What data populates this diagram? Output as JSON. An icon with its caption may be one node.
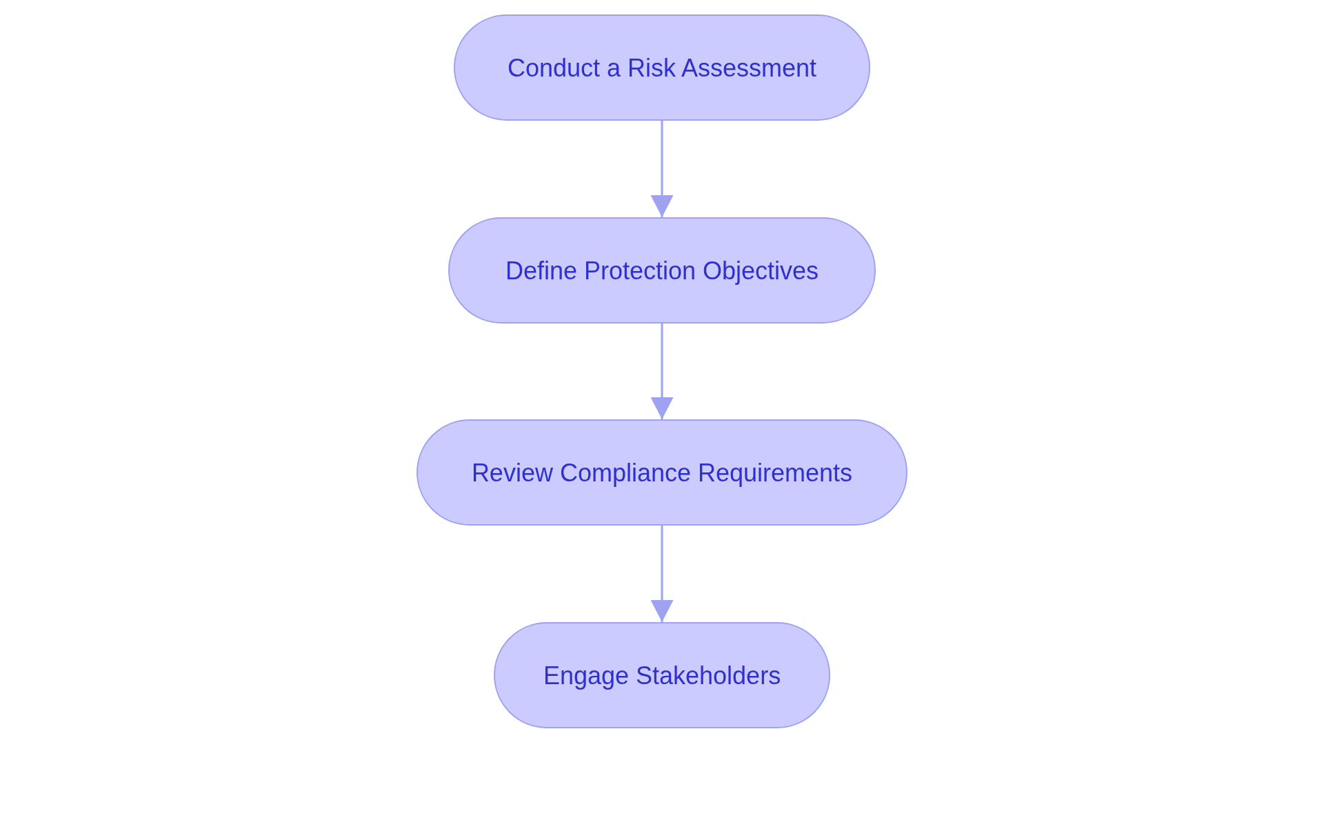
{
  "diagram": {
    "nodes": [
      {
        "text": [
          "Conduct a Risk Assessment"
        ]
      },
      {
        "text": [
          "Define Protection Objectives"
        ]
      },
      {
        "text": [
          "Review Compliance Requirements"
        ]
      },
      {
        "text": [
          "Engage Stakeholders"
        ]
      }
    ],
    "edges": [
      {
        "from": 0,
        "to": 1,
        "arrow": "to"
      },
      {
        "from": 1,
        "to": 2,
        "arrow": "to"
      },
      {
        "from": 2,
        "to": 3,
        "arrow": "to"
      }
    ]
  }
}
